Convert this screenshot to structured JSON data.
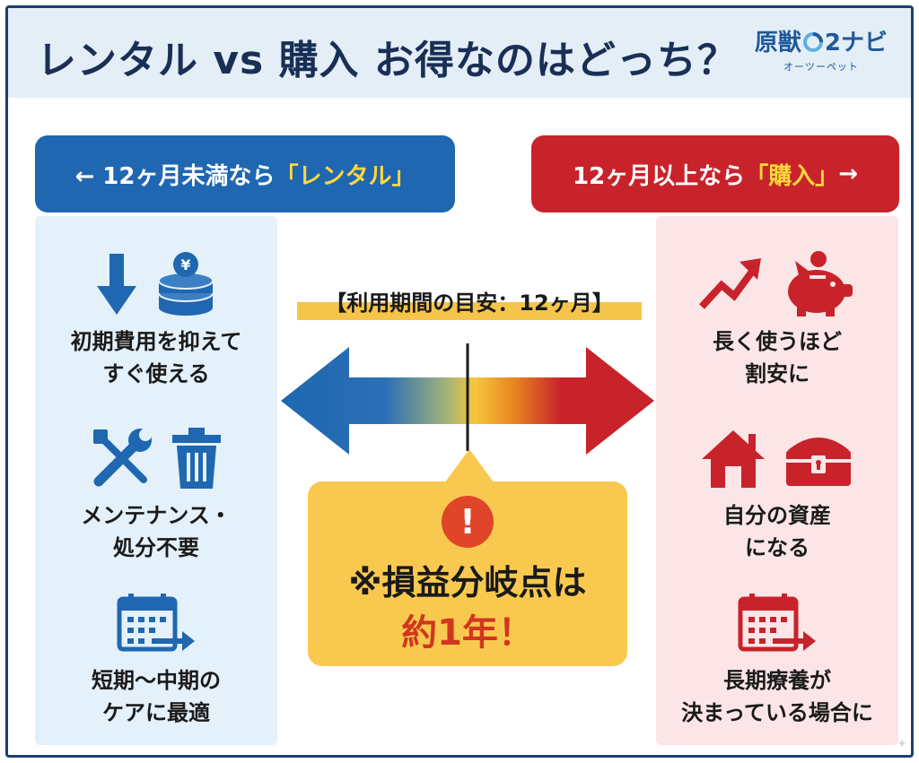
{
  "header": {
    "title": "レンタル vs 購入 お得なのはどっち？",
    "logo_text_a": "原獣",
    "logo_text_b": "2ナビ",
    "logo_sub": "オーツーペット"
  },
  "left": {
    "banner_prefix": "← 12ヶ月未満なら",
    "banner_highlight": "「レンタル」",
    "items": [
      {
        "line1": "初期費用を抑えて",
        "line2": "すぐ使える"
      },
      {
        "line1": "メンテナンス・",
        "line2": "処分不要"
      },
      {
        "line1": "短期〜中期の",
        "line2": "ケアに最適"
      }
    ]
  },
  "right": {
    "banner_prefix": "12ヶ月以上なら",
    "banner_highlight": "「購入」",
    "banner_suffix": " →",
    "items": [
      {
        "line1": "長く使うほど",
        "line2": "割安に"
      },
      {
        "line1": "自分の資産",
        "line2": "になる"
      },
      {
        "line1": "長期療養が",
        "line2": "決まっている場合に"
      }
    ]
  },
  "center": {
    "guide": "【利用期間の目安：12ヶ月】",
    "alert_symbol": "!",
    "callout_line1": "※損益分岐点は",
    "callout_line2": "約1年！"
  },
  "icons": {
    "left": [
      "down-arrow-icon",
      "yen-coins-icon",
      "wrench-icon",
      "trash-icon",
      "calendar-arrow-icon"
    ],
    "right": [
      "trend-up-icon",
      "piggy-bank-icon",
      "house-icon",
      "treasure-chest-icon",
      "calendar-arrow-icon"
    ]
  },
  "colors": {
    "blue": "#1f67b1",
    "red": "#c8232b",
    "yellow": "#f9c94f",
    "navy_title": "#1a2f55"
  }
}
